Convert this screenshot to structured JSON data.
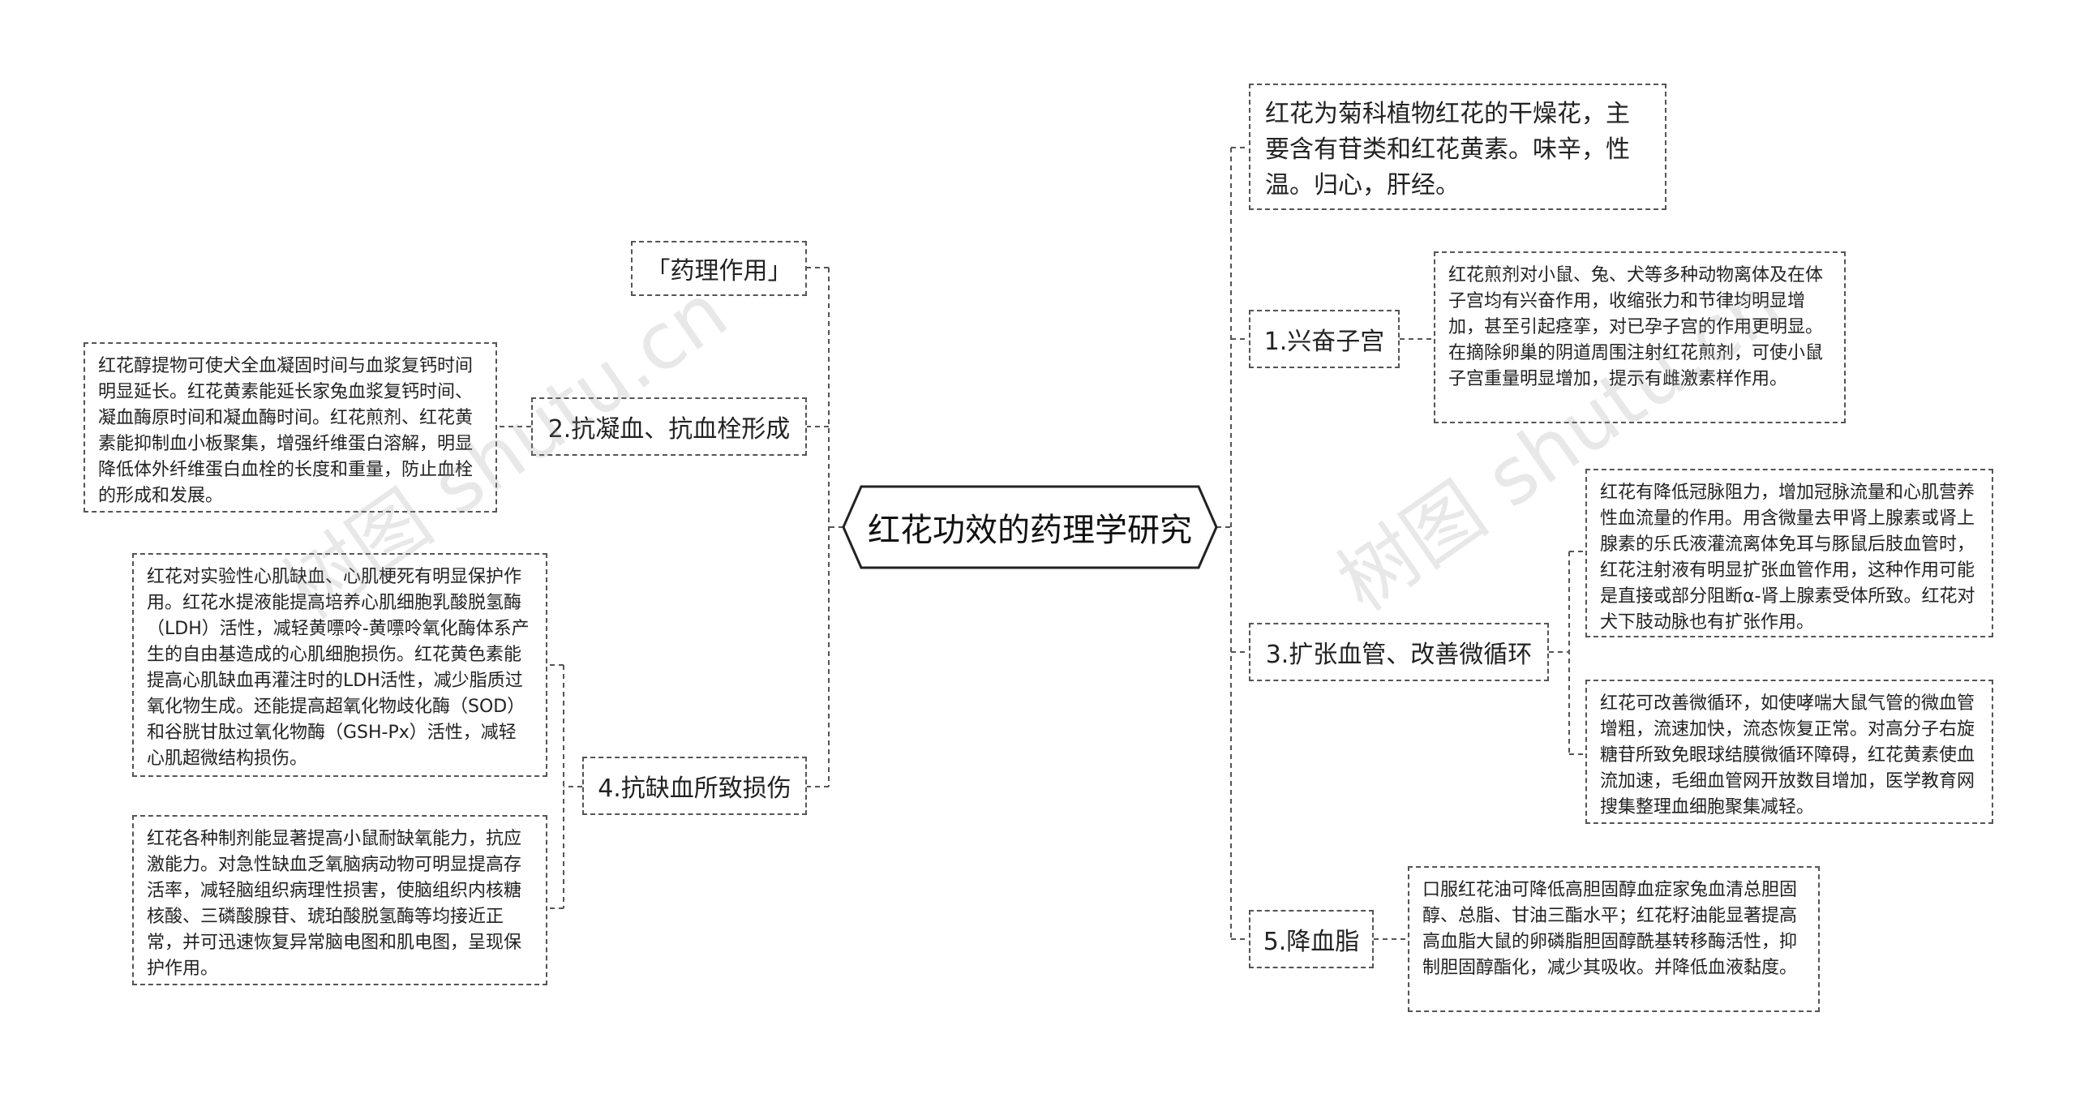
{
  "root": {
    "title": "红花功效的药理学研究"
  },
  "left": {
    "pharmacology_tag": "「药理作用」",
    "anticoagulation": {
      "label": "2.抗凝血、抗血栓形成",
      "detail": "红花醇提物可使犬全血凝固时间与血浆复钙时间明显延长。红花黄素能延长家兔血浆复钙时间、凝血酶原时间和凝血酶时间。红花煎剂、红花黄素能抑制血小板聚集，增强纤维蛋白溶解，明显降低体外纤维蛋白血栓的长度和重量，防止血栓的形成和发展。"
    },
    "anti_ischemia": {
      "label": "4.抗缺血所致损伤",
      "detail_1": "红花对实验性心肌缺血、心肌梗死有明显保护作用。红花水提液能提高培养心肌细胞乳酸脱氢酶（LDH）活性，减轻黄嘌呤-黄嘌呤氧化酶体系产生的自由基造成的心肌细胞损伤。红花黄色素能提高心肌缺血再灌注时的LDH活性，减少脂质过氧化物生成。还能提高超氧化物歧化酶（SOD）和谷胱甘肽过氧化物酶（GSH-Px）活性，减轻心肌超微结构损伤。",
      "detail_2": "红花各种制剂能显著提高小鼠耐缺氧能力，抗应激能力。对急性缺血乏氧脑病动物可明显提高存活率，减轻脑组织病理性损害，使脑组织内核糖核酸、三磷酸腺苷、琥珀酸脱氢酶等均接近正常，并可迅速恢复异常脑电图和肌电图，呈现保护作用。"
    }
  },
  "right": {
    "intro": "红花为菊科植物红花的干燥花，主要含有苷类和红花黄素。味辛，性温。归心，肝经。",
    "uterus": {
      "label": "1.兴奋子宫",
      "detail": "红花煎剂对小鼠、兔、犬等多种动物离体及在体子宫均有兴奋作用，收缩张力和节律均明显增加，甚至引起痉挛，对已孕子宫的作用更明显。在摘除卵巢的阴道周围注射红花煎剂，可使小鼠子宫重量明显增加，提示有雌激素样作用。"
    },
    "vasodilation": {
      "label": "3.扩张血管、改善微循环",
      "detail_1": "红花有降低冠脉阻力，增加冠脉流量和心肌营养性血流量的作用。用含微量去甲肾上腺素或肾上腺素的乐氏液灌流离体免耳与豚鼠后肢血管时，红花注射液有明显扩张血管作用，这种作用可能是直接或部分阻断α-肾上腺素受体所致。红花对犬下肢动脉也有扩张作用。",
      "detail_2": "红花可改善微循环，如使哮喘大鼠气管的微血管增粗，流速加快，流态恢复正常。对高分子右旋糖苷所致免眼球结膜微循环障碍，红花黄素使血流加速，毛细血管网开放数目增加，医学教育网搜集整理血细胞聚集减轻。"
    },
    "lipid": {
      "label": "5.降血脂",
      "detail": "口服红花油可降低高胆固醇血症家兔血清总胆固醇、总脂、甘油三酯水平；红花籽油能显著提高高血脂大鼠的卵磷脂胆固醇酰基转移酶活性，抑制胆固醇酯化，减少其吸收。并降低血液黏度。"
    }
  },
  "watermark": {
    "text": "树图 shutu.cn"
  },
  "colors": {
    "border": "#555555",
    "text": "#222222",
    "watermark": "#c8c8c8"
  }
}
